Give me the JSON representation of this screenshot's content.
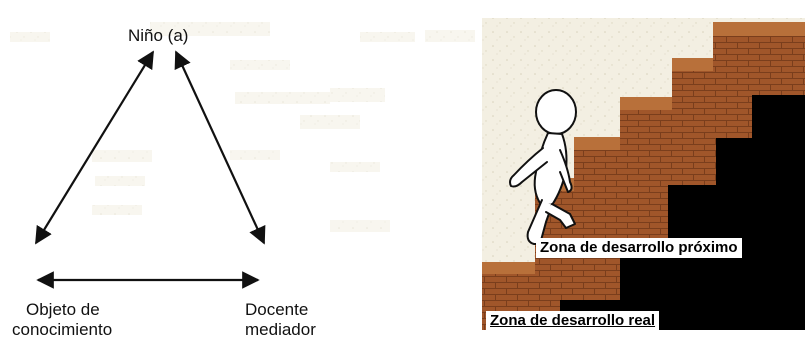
{
  "triangle": {
    "top_label": "Niño (a)",
    "left_label_line1": "Objeto de",
    "left_label_line2": "conocimiento",
    "right_label_line1": "Docente",
    "right_label_line2": "mediador"
  },
  "staircase": {
    "zone_proximal": "Zona de desarrollo próximo",
    "zone_real": "Zona de desarrollo real"
  },
  "colors": {
    "brick": "#a0562a",
    "brick_top": "#b8703a",
    "mortar": "#5a2a10",
    "dark": "#000000",
    "paper": "#f3efe2",
    "arrow": "#111111"
  },
  "icons": [
    "stick-figure-icon",
    "staircase-icon"
  ]
}
